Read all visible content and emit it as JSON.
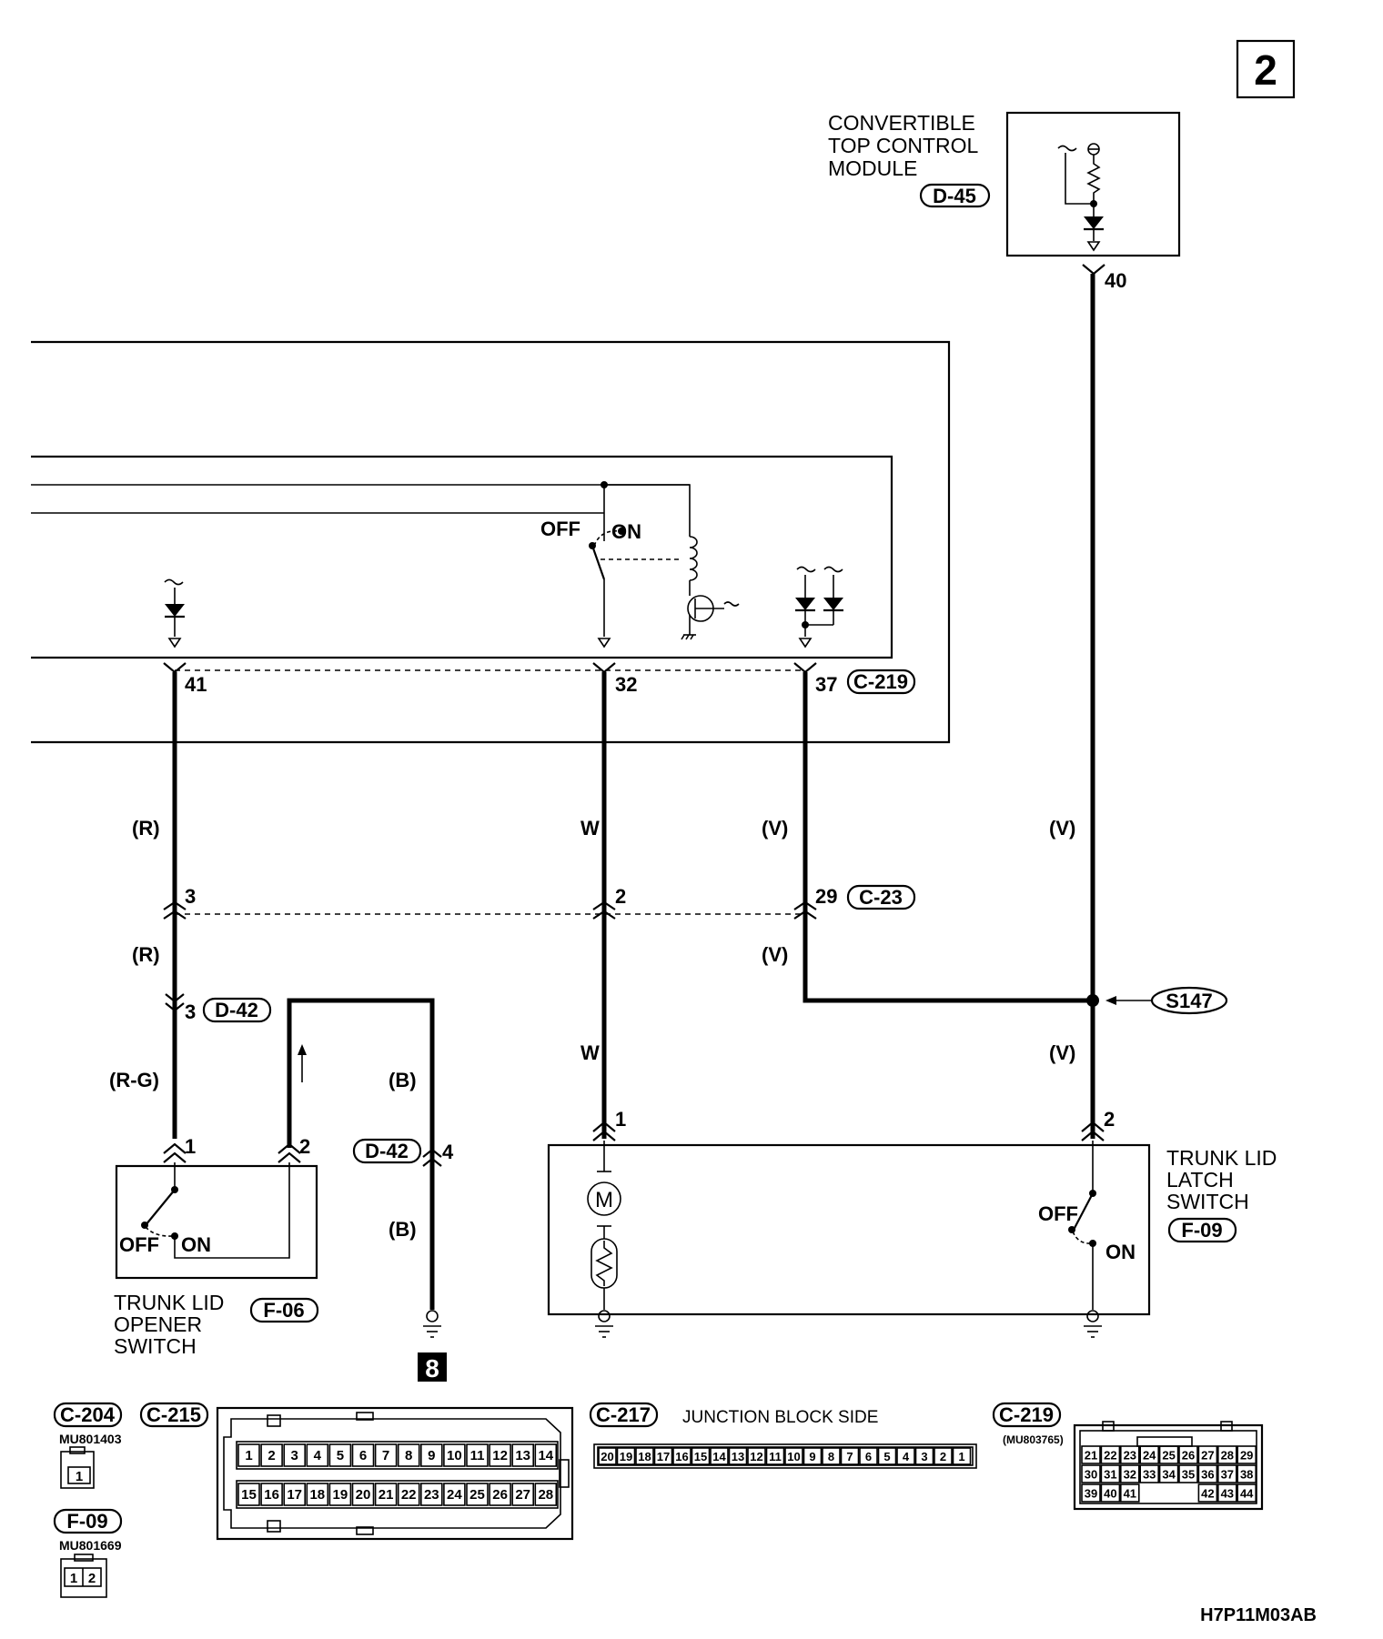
{
  "page_number": "2",
  "diagram_code": "H7P11M03AB",
  "components": {
    "top_module": {
      "label": [
        "CONVERTIBLE",
        "TOP CONTROL",
        "MODULE"
      ],
      "connector": "D-45",
      "pin": "40"
    },
    "jb_connector": {
      "connector": "C-219",
      "pins": [
        "41",
        "32",
        "37"
      ]
    },
    "relay_switch": {
      "off": "OFF",
      "on": "ON"
    },
    "intermediate_connector": {
      "connector": "C-23",
      "pins": [
        "3",
        "2",
        "29"
      ]
    },
    "opener_harness_connector": {
      "connector": "D-42",
      "pin": "3"
    },
    "ground_connector": {
      "connector": "D-42",
      "pin": "4"
    },
    "splice": "S147",
    "opener_switch": {
      "label": [
        "TRUNK LID",
        "OPENER",
        "SWITCH"
      ],
      "connector": "F-06",
      "pins": [
        "1",
        "2"
      ],
      "off": "OFF",
      "on": "ON"
    },
    "latch_switch": {
      "label": [
        "TRUNK LID",
        "LATCH",
        "SWITCH"
      ],
      "connector": "F-09",
      "pins": [
        "1",
        "2"
      ],
      "off": "OFF",
      "on": "ON"
    },
    "ground_marker": "8"
  },
  "wire_colors": {
    "w41_upper": "(R)",
    "w41_lower": "(R)",
    "w41_switch": "(R-G)",
    "w32_upper": "W",
    "w32_lower": "W",
    "w37_upper": "(V)",
    "w37_lower": "(V)",
    "w40_upper": "(V)",
    "w40_lower": "(V)",
    "ground_upper": "(B)",
    "ground_lower": "(B)"
  },
  "connector_views": {
    "c204": {
      "id": "C-204",
      "part": "MU801403",
      "pins": [
        "1"
      ]
    },
    "f09": {
      "id": "F-09",
      "part": "MU801669",
      "pins": [
        "1",
        "2"
      ]
    },
    "c215": {
      "id": "C-215",
      "row1": [
        "1",
        "2",
        "3",
        "4",
        "5",
        "6",
        "7",
        "8",
        "9",
        "10",
        "11",
        "12",
        "13",
        "14"
      ],
      "row2": [
        "15",
        "16",
        "17",
        "18",
        "19",
        "20",
        "21",
        "22",
        "23",
        "24",
        "25",
        "26",
        "27",
        "28"
      ]
    },
    "c217": {
      "id": "C-217",
      "caption": "JUNCTION BLOCK SIDE",
      "pins": [
        "20",
        "19",
        "18",
        "17",
        "16",
        "15",
        "14",
        "13",
        "12",
        "11",
        "10",
        "9",
        "8",
        "7",
        "6",
        "5",
        "4",
        "3",
        "2",
        "1"
      ]
    },
    "c219": {
      "id": "C-219",
      "part": "(MU803765)",
      "row1": [
        "21",
        "22",
        "23",
        "24",
        "25",
        "26",
        "27",
        "28",
        "29"
      ],
      "row2": [
        "30",
        "31",
        "32",
        "33",
        "34",
        "35",
        "36",
        "37",
        "38"
      ],
      "row3a": [
        "39",
        "40",
        "41"
      ],
      "row3b": [
        "42",
        "43",
        "44"
      ]
    }
  }
}
